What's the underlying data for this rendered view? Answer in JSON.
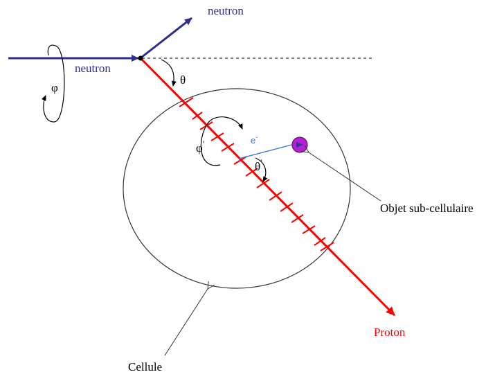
{
  "labels": {
    "neutron_out": "neutron",
    "neutron_in": "neutron",
    "phi": "φ",
    "theta": "θ",
    "phi_prime": "φ",
    "phi_prime_mark": "'",
    "theta_prime": "θ",
    "theta_prime_mark": "'",
    "electron": "e",
    "electron_sup": "-",
    "objet": "Objet sub-cellulaire",
    "proton": "Proton",
    "cellule": "Cellule"
  },
  "colors": {
    "neutron": "#2e2e8c",
    "proton": "#ff0000",
    "electron": "#3a6fd8",
    "object_fill": "#b61fd1",
    "object_core": "#3b2ea0",
    "outline": "#333333",
    "text": "#000000"
  }
}
